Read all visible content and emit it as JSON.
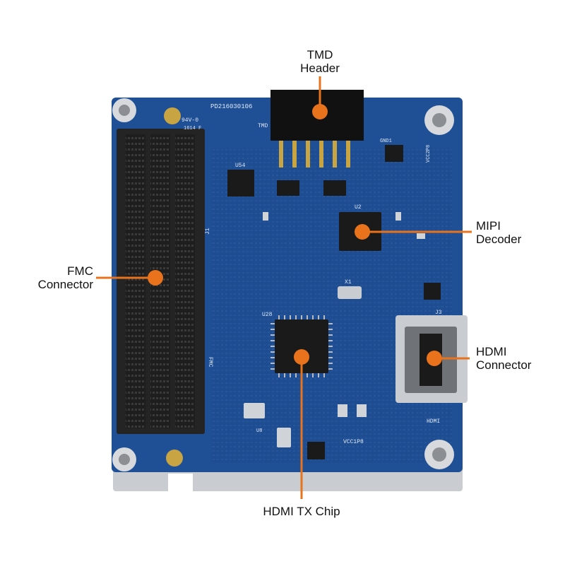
{
  "colors": {
    "pcb": "#1f4f95",
    "pcb_dark": "#163d77",
    "connector": "#242424",
    "callout": "#e8731c",
    "metal": "#c9ccd0",
    "gold": "#c9a443",
    "silkscreen": "#dfe8f4"
  },
  "callouts": [
    {
      "id": "tmd-header",
      "lines": [
        "TMD",
        "Header"
      ]
    },
    {
      "id": "mipi-decoder",
      "lines": [
        "MIPI",
        "Decoder"
      ]
    },
    {
      "id": "fmc-connector",
      "lines": [
        "FMC",
        "Connector"
      ]
    },
    {
      "id": "hdmi-connector",
      "lines": [
        "HDMI",
        "Connector"
      ]
    },
    {
      "id": "hdmi-tx-chip",
      "lines": [
        "HDMI TX Chip"
      ]
    }
  ],
  "silkscreen": {
    "board_id": "PD216030106",
    "tmd": "TMD",
    "rating": "94V-0",
    "date_code": "1614 F",
    "fmc": "FMC",
    "hdmi": "HDMI",
    "j1": "J1",
    "j3": "J3",
    "u2": "U2",
    "u28": "U28",
    "u54": "U54",
    "u8": "U8",
    "x1": "X1",
    "vcc28": "VCC2P8",
    "vcc18": "VCC1P8",
    "gnd1": "GND1"
  }
}
